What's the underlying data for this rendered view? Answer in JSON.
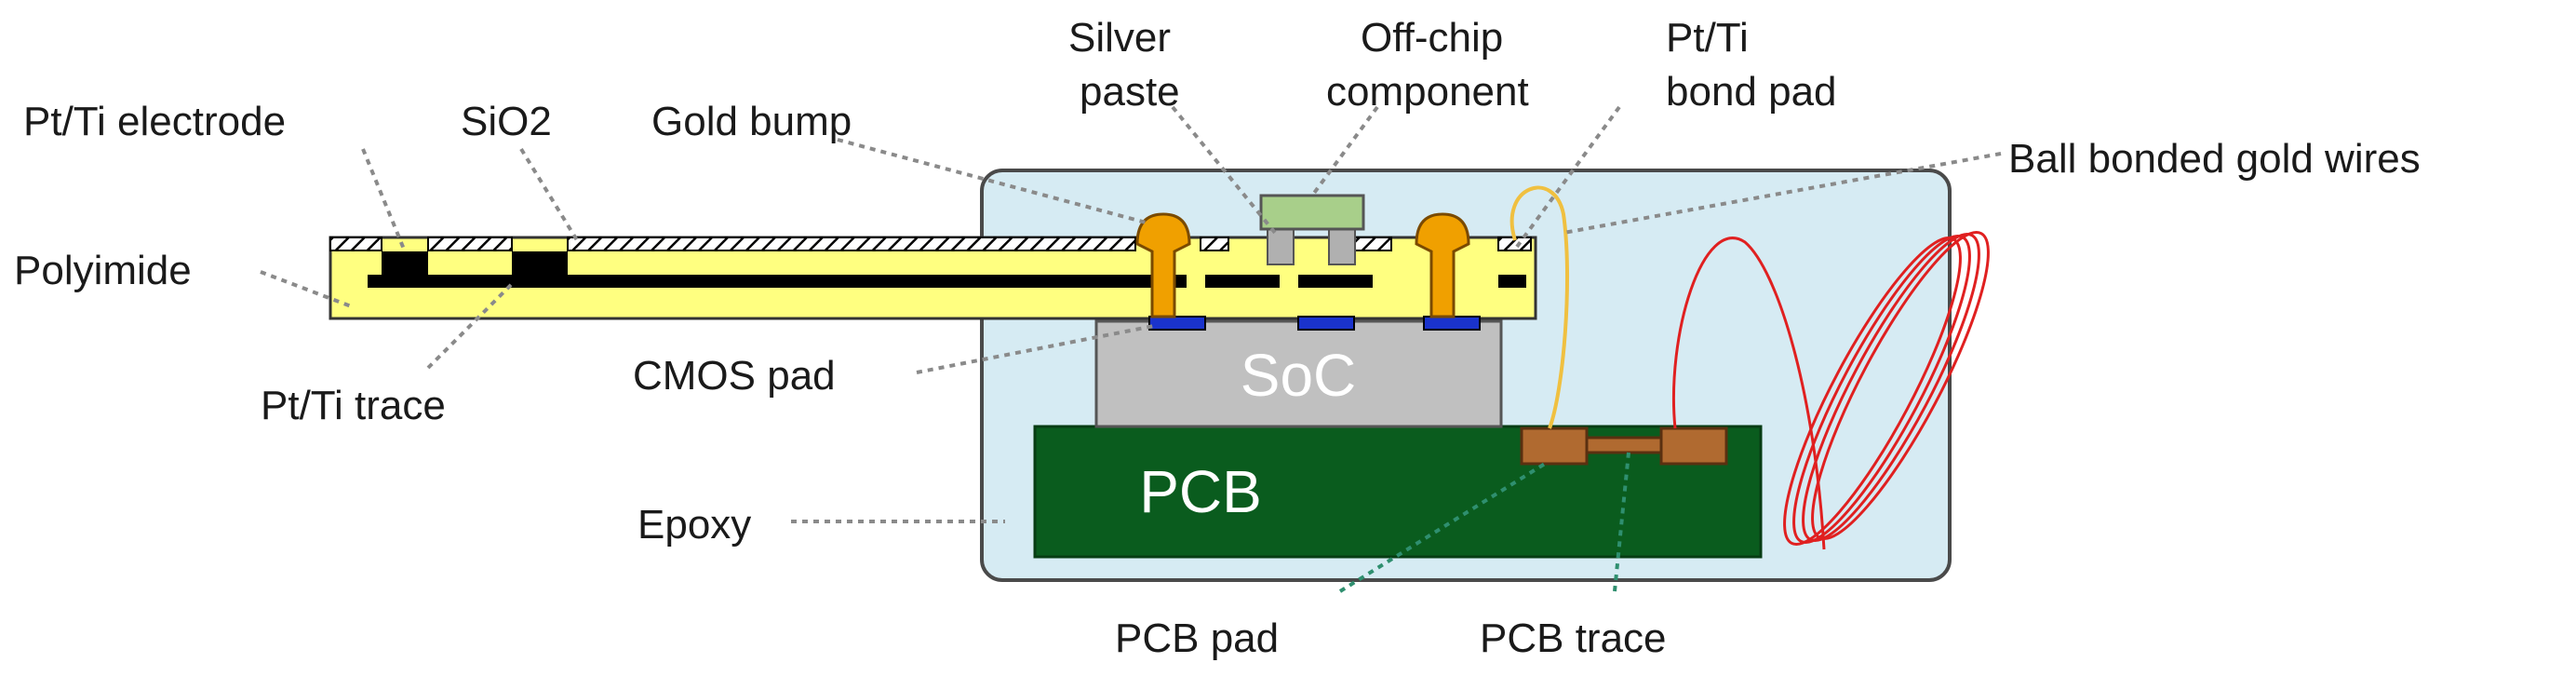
{
  "labels": {
    "pt_ti_electrode": "Pt/Ti electrode",
    "sio2": "SiO2",
    "gold_bump": "Gold bump",
    "silver_paste_1": "Silver",
    "silver_paste_2": "paste",
    "off_chip_1": "Off-chip",
    "off_chip_2": "component",
    "bond_pad_1": "Pt/Ti",
    "bond_pad_2": "bond pad",
    "ball_bonded": "Ball bonded gold wires",
    "polyimide": "Polyimide",
    "cmos_pad": "CMOS pad",
    "pt_ti_trace": "Pt/Ti trace",
    "soc": "SoC",
    "pcb": "PCB",
    "epoxy": "Epoxy",
    "pcb_pad": "PCB pad",
    "pcb_trace": "PCB trace"
  },
  "colors": {
    "epoxy": "#d6ebf3",
    "polyimide": "#ffff80",
    "gold_bump": "#f0a000",
    "soc": "#c0c0c0",
    "pcb": "#0a5c1e",
    "cmos_pad": "#1a33cc",
    "pcb_pad": "#b06a30",
    "off_chip": "#a8cf8a",
    "gold_wire": "#f0c040",
    "coil": "#e02020"
  }
}
